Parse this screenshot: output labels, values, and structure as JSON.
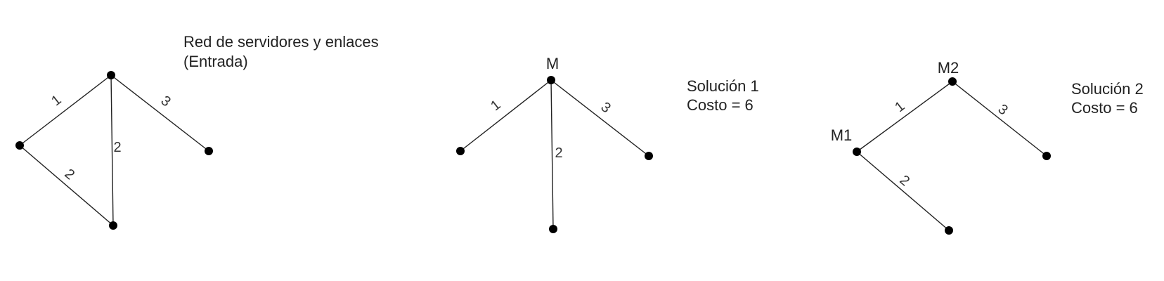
{
  "colors": {
    "ink": "#222222",
    "node": "#000000",
    "background": "#ffffff"
  },
  "input_graph": {
    "title_line1": "Red de servidores y enlaces",
    "title_line2": "(Entrada)",
    "edges": [
      {
        "weight": "1"
      },
      {
        "weight": "3"
      },
      {
        "weight": "2"
      },
      {
        "weight": "2"
      }
    ]
  },
  "solution1": {
    "title": "Solución 1",
    "cost": "Costo = 6",
    "center_label": "M",
    "edges": [
      {
        "weight": "1"
      },
      {
        "weight": "2"
      },
      {
        "weight": "3"
      }
    ]
  },
  "solution2": {
    "title": "Solución 2",
    "cost": "Costo = 6",
    "node_labels": [
      "M2",
      "M1"
    ],
    "edges": [
      {
        "weight": "1"
      },
      {
        "weight": "3"
      },
      {
        "weight": "2"
      }
    ]
  }
}
